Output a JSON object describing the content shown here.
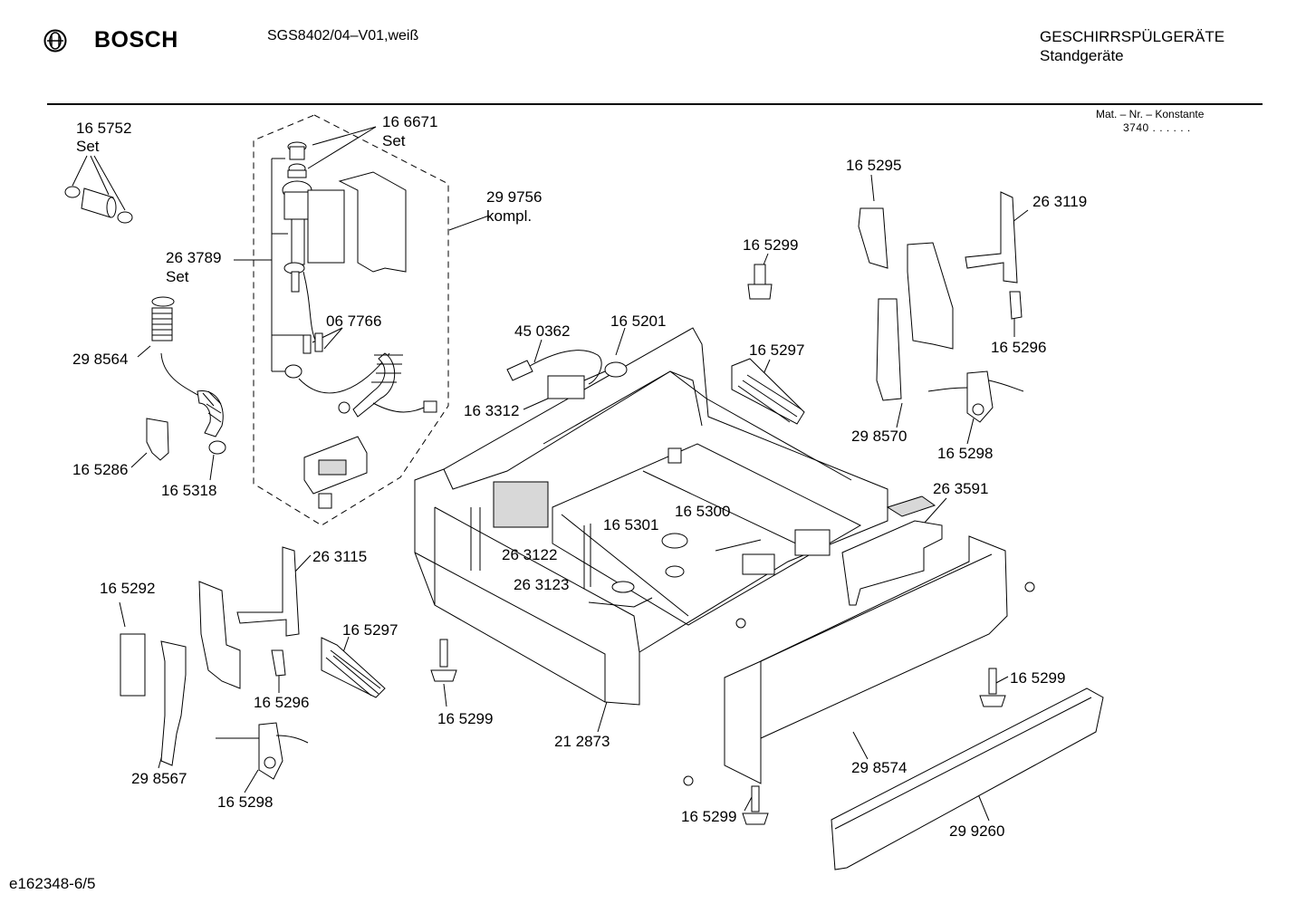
{
  "header": {
    "brand": "BOSCH",
    "model": "SGS8402/04–V01,weiß",
    "category_line1": "GESCHIRRSPÜLGERÄTE",
    "category_line2": "Standgeräte",
    "mat_nr_label": "Mat. – Nr. – Konstante",
    "mat_nr_value": "3740 . . . . . ."
  },
  "footer": {
    "code": "e162348-6/5"
  },
  "callouts": {
    "p165752": "16 5752",
    "p165752_sub": "Set",
    "p166671": "16 6671",
    "p166671_sub": "Set",
    "p299756": "29 9756",
    "p299756_sub": "kompl.",
    "p263789": "26 3789",
    "p263789_sub": "Set",
    "p298564": "29 8564",
    "p067766": "06 7766",
    "p165286": "16 5286",
    "p165318": "16 5318",
    "p165292": "16 5292",
    "p263115": "26 3115",
    "p165297a": "16 5297",
    "p165296a": "16 5296",
    "p298567": "29 8567",
    "p165298a": "16 5298",
    "p165299a": "16 5299",
    "p450362": "45 0362",
    "p165201": "16 5201",
    "p163312": "16 3312",
    "p165301": "16 5301",
    "p165300": "16 5300",
    "p263122": "26 3122",
    "p263123": "26 3123",
    "p212873": "21 2873",
    "p165299b": "16 5299",
    "p165297b": "16 5297",
    "p165295": "16 5295",
    "p263119": "26 3119",
    "p165296b": "16 5296",
    "p298570": "29 8570",
    "p165298b": "16 5298",
    "p263591": "26 3591",
    "p165299c": "16 5299",
    "p298574": "29 8574",
    "p165299d": "16 5299",
    "p299260": "29 9260"
  }
}
